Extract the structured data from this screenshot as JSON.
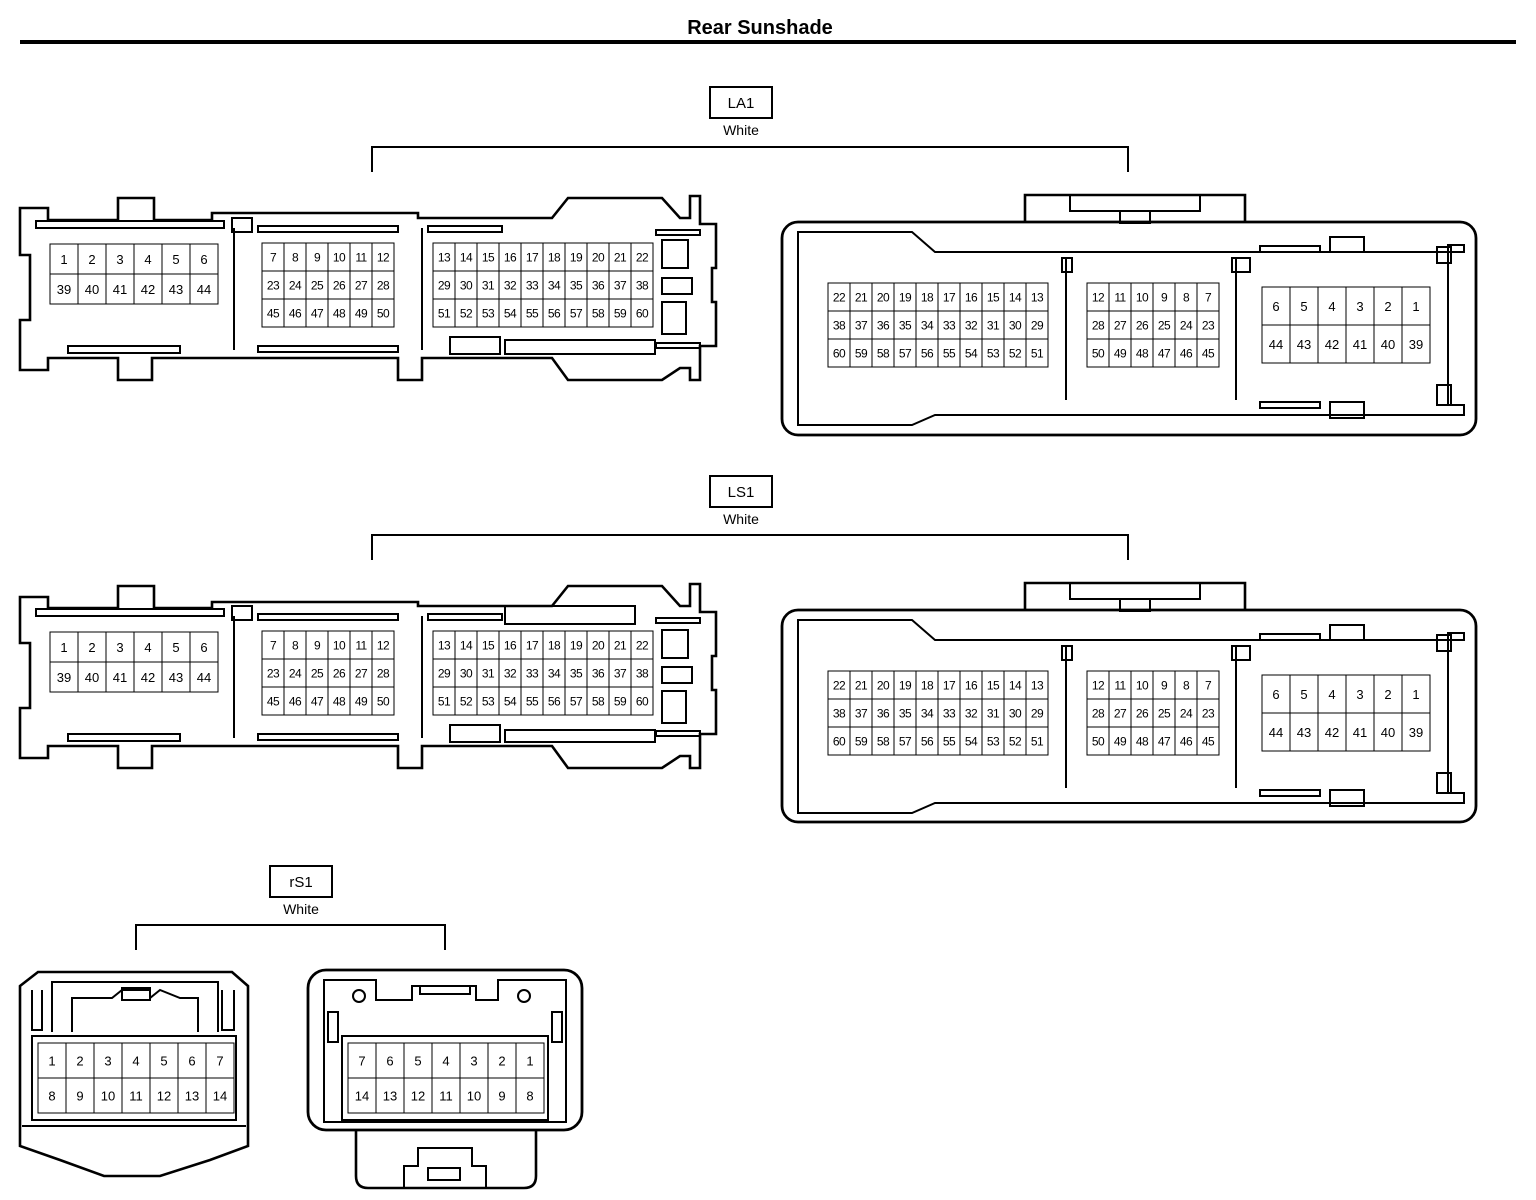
{
  "title": "Rear Sunshade",
  "connectors": [
    {
      "code": "LA1",
      "color": "White",
      "female": {
        "groups": [
          {
            "rows": [
              [
                "1",
                "2",
                "3",
                "4",
                "5",
                "6"
              ],
              [
                "39",
                "40",
                "41",
                "42",
                "43",
                "44"
              ]
            ]
          },
          {
            "rows": [
              [
                "7",
                "8",
                "9",
                "10",
                "11",
                "12"
              ],
              [
                "23",
                "24",
                "25",
                "26",
                "27",
                "28"
              ],
              [
                "45",
                "46",
                "47",
                "48",
                "49",
                "50"
              ]
            ]
          },
          {
            "rows": [
              [
                "13",
                "14",
                "15",
                "16",
                "17",
                "18",
                "19",
                "20",
                "21",
                "22"
              ],
              [
                "29",
                "30",
                "31",
                "32",
                "33",
                "34",
                "35",
                "36",
                "37",
                "38"
              ],
              [
                "51",
                "52",
                "53",
                "54",
                "55",
                "56",
                "57",
                "58",
                "59",
                "60"
              ]
            ]
          }
        ]
      },
      "male": {
        "groups": [
          {
            "rows": [
              [
                "22",
                "21",
                "20",
                "19",
                "18",
                "17",
                "16",
                "15",
                "14",
                "13"
              ],
              [
                "38",
                "37",
                "36",
                "35",
                "34",
                "33",
                "32",
                "31",
                "30",
                "29"
              ],
              [
                "60",
                "59",
                "58",
                "57",
                "56",
                "55",
                "54",
                "53",
                "52",
                "51"
              ]
            ]
          },
          {
            "rows": [
              [
                "12",
                "11",
                "10",
                "9",
                "8",
                "7"
              ],
              [
                "28",
                "27",
                "26",
                "25",
                "24",
                "23"
              ],
              [
                "50",
                "49",
                "48",
                "47",
                "46",
                "45"
              ]
            ]
          },
          {
            "rows": [
              [
                "6",
                "5",
                "4",
                "3",
                "2",
                "1"
              ],
              [
                "44",
                "43",
                "42",
                "41",
                "40",
                "39"
              ]
            ]
          }
        ]
      }
    },
    {
      "code": "LS1",
      "color": "White",
      "female": {
        "groups": [
          {
            "rows": [
              [
                "1",
                "2",
                "3",
                "4",
                "5",
                "6"
              ],
              [
                "39",
                "40",
                "41",
                "42",
                "43",
                "44"
              ]
            ]
          },
          {
            "rows": [
              [
                "7",
                "8",
                "9",
                "10",
                "11",
                "12"
              ],
              [
                "23",
                "24",
                "25",
                "26",
                "27",
                "28"
              ],
              [
                "45",
                "46",
                "47",
                "48",
                "49",
                "50"
              ]
            ]
          },
          {
            "rows": [
              [
                "13",
                "14",
                "15",
                "16",
                "17",
                "18",
                "19",
                "20",
                "21",
                "22"
              ],
              [
                "29",
                "30",
                "31",
                "32",
                "33",
                "34",
                "35",
                "36",
                "37",
                "38"
              ],
              [
                "51",
                "52",
                "53",
                "54",
                "55",
                "56",
                "57",
                "58",
                "59",
                "60"
              ]
            ]
          }
        ]
      },
      "male": {
        "groups": [
          {
            "rows": [
              [
                "22",
                "21",
                "20",
                "19",
                "18",
                "17",
                "16",
                "15",
                "14",
                "13"
              ],
              [
                "38",
                "37",
                "36",
                "35",
                "34",
                "33",
                "32",
                "31",
                "30",
                "29"
              ],
              [
                "60",
                "59",
                "58",
                "57",
                "56",
                "55",
                "54",
                "53",
                "52",
                "51"
              ]
            ]
          },
          {
            "rows": [
              [
                "12",
                "11",
                "10",
                "9",
                "8",
                "7"
              ],
              [
                "28",
                "27",
                "26",
                "25",
                "24",
                "23"
              ],
              [
                "50",
                "49",
                "48",
                "47",
                "46",
                "45"
              ]
            ]
          },
          {
            "rows": [
              [
                "6",
                "5",
                "4",
                "3",
                "2",
                "1"
              ],
              [
                "44",
                "43",
                "42",
                "41",
                "40",
                "39"
              ]
            ]
          }
        ]
      }
    },
    {
      "code": "rS1",
      "color": "White",
      "female": {
        "groups": [
          {
            "rows": [
              [
                "1",
                "2",
                "3",
                "4",
                "5",
                "6",
                "7"
              ],
              [
                "8",
                "9",
                "10",
                "11",
                "12",
                "13",
                "14"
              ]
            ]
          }
        ]
      },
      "male": {
        "groups": [
          {
            "rows": [
              [
                "7",
                "6",
                "5",
                "4",
                "3",
                "2",
                "1"
              ],
              [
                "14",
                "13",
                "12",
                "11",
                "10",
                "9",
                "8"
              ]
            ]
          }
        ]
      }
    }
  ]
}
